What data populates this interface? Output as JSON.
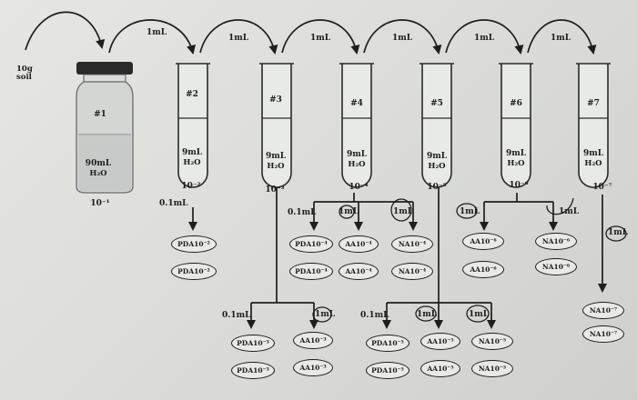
{
  "soil": "10g soil",
  "transfer": "1mL",
  "aliquot_small": "0.1mL",
  "aliquot_large": "1mL",
  "bottle": {
    "label": "#1",
    "volume": "90mL",
    "solvent": "H₂O",
    "dilution": "10⁻¹"
  },
  "tubes": [
    {
      "label": "#2",
      "volume": "9mL",
      "solvent": "H₂O",
      "dilution": "10⁻²"
    },
    {
      "label": "#3",
      "volume": "9mL",
      "solvent": "H₂O",
      "dilution": "10⁻³"
    },
    {
      "label": "#4",
      "volume": "9mL",
      "solvent": "H₂O",
      "dilution": "10⁻⁴"
    },
    {
      "label": "#5",
      "volume": "9mL",
      "solvent": "H₂O",
      "dilution": "10⁻⁵"
    },
    {
      "label": "#6",
      "volume": "9mL",
      "solvent": "H₂O",
      "dilution": "10⁻⁶"
    },
    {
      "label": "#7",
      "volume": "9mL",
      "solvent": "H₂O",
      "dilution": "10⁻⁷"
    }
  ],
  "plates": {
    "pda2": "PDA10⁻²",
    "pda3": "PDA10⁻³",
    "aa3": "AA10⁻³",
    "pda4": "PDA10⁻⁴",
    "aa4": "AA10⁻⁴",
    "na4": "NA10⁻⁴",
    "pda5": "PDA10⁻⁵",
    "aa5": "AA10⁻⁵",
    "na5": "NA10⁻⁵",
    "aa6": "AA10⁻⁶",
    "na6": "NA10⁻⁶",
    "na7": "NA10⁻⁷"
  }
}
